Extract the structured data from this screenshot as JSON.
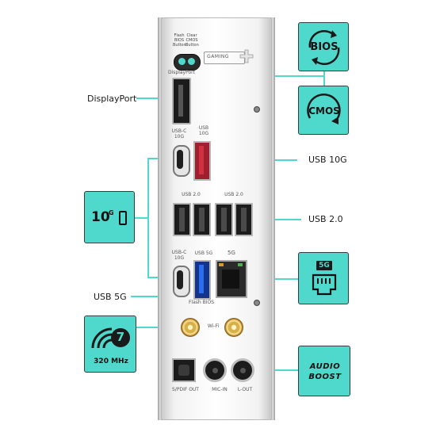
{
  "labels": {
    "displayport": "DisplayPort",
    "usb10g": "USB 10G",
    "usb20": "USB 2.0",
    "usb5g": "USB 5G"
  },
  "icons": {
    "bios": "BIOS",
    "cmos": "CMOS",
    "tengig": "10",
    "tengig_sup": "G",
    "fiveg": "5G",
    "wifi_num": "7",
    "wifi_mhz": "320 MHz",
    "audio_line1": "AUDIO",
    "audio_line2": "BOOST"
  },
  "panel": {
    "flash_bios_button": "Flash\nBIOS\nButton",
    "clear_cmos_button": "Clear\nCMOS\nButton",
    "gaming": "GAMING",
    "displayport": "DisplayPort",
    "usbc10g_top": "USB-C\n10G",
    "usb10g": "USB\n10G",
    "usb20_left": "USB 2.0",
    "usb20_right": "USB 2.0",
    "usbc10g_bottom": "USB-C\n10G",
    "usb5g": "USB 5G",
    "fiveg": "5G",
    "flash_bios": "Flash BIOS",
    "wifi": "Wi-Fi",
    "spdif_out": "S/PDIF OUT",
    "mic_in": "MIC-IN",
    "l_out": "L-OUT"
  },
  "colors": {
    "accent": "#4fd8cc",
    "usb10g_port": "#c8102e",
    "usb5g_port": "#1e5fd6"
  }
}
